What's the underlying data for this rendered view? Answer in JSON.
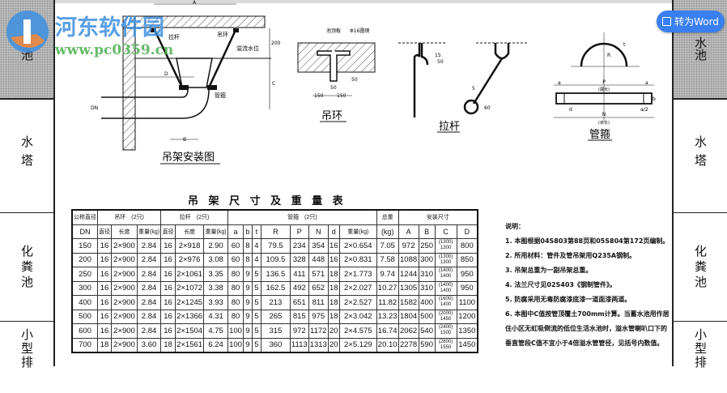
{
  "viewer": {
    "convert_button": "转为Word",
    "convert_icon": "document-convert-icon"
  },
  "watermark": {
    "title": "河东软件园",
    "url": "www.pc0359.cn"
  },
  "left_sidebar": {
    "items": [
      "水池",
      "水塔",
      "化粪池",
      "小型排"
    ]
  },
  "right_sidebar": {
    "items": [
      "水池",
      "水塔",
      "化粪池",
      "小型排"
    ]
  },
  "drawings": {
    "install": {
      "title": "吊架安装图",
      "labels": {
        "A": "A",
        "B": "B",
        "C": "C",
        "D": "D",
        "DN": "DN",
        "dim200": "200",
        "rod": "拉杆",
        "ring": "吊环",
        "overflow": "溢流水位",
        "hoop": "管箍"
      }
    },
    "ring": {
      "title": "吊环",
      "labels": {
        "slab": "池顶板",
        "steel": "Φ16圆钢",
        "d50a": "50",
        "d50b": "50",
        "d150a": "150",
        "d150b": "150"
      }
    },
    "rod": {
      "title": "拉杆",
      "labels": {
        "d50": "50",
        "d15": "15",
        "d5": "5",
        "d60": "60"
      }
    },
    "hoop": {
      "title": "管箍",
      "labels": {
        "P": "P",
        "N": "N",
        "a1": "a",
        "a2": "a",
        "d": "d",
        "a_half": "a/2",
        "R": "R",
        "b": "b",
        "t": "t",
        "unfold1": "(展长)",
        "unfold2": "(余长)"
      }
    }
  },
  "table": {
    "title": "吊 架 尺 寸 及 重 量 表",
    "group_headers": [
      "公称直径",
      "吊环　(2只)",
      "拉杆　(2只)",
      "管箍　(2只)",
      "总重",
      "安装尺寸"
    ],
    "headers": [
      "DN",
      "直径",
      "长度",
      "重量(kg)",
      "直径",
      "长度",
      "重量(kg)",
      "a",
      "b",
      "t",
      "R",
      "P",
      "N",
      "d",
      "重量(kg)",
      "(kg)",
      "A",
      "B",
      "C",
      "D"
    ],
    "rows": [
      [
        "150",
        "16",
        "2×900",
        "2.84",
        "16",
        "2×918",
        "2.90",
        "60",
        "8",
        "4",
        "79.5",
        "234",
        "354",
        "16",
        "2×0.654",
        "7.05",
        "972",
        "250",
        [
          "(1300)",
          "1300"
        ],
        "800"
      ],
      [
        "200",
        "16",
        "2×900",
        "2.84",
        "16",
        "2×976",
        "3.08",
        "60",
        "8",
        "4",
        "109.5",
        "328",
        "448",
        "16",
        "2×0.831",
        "7.58",
        "1088",
        "300",
        [
          "(1300)",
          "1300"
        ],
        "850"
      ],
      [
        "250",
        "16",
        "2×900",
        "2.84",
        "16",
        "2×1061",
        "3.35",
        "80",
        "9",
        "5",
        "136.5",
        "411",
        "571",
        "18",
        "2×1.773",
        "9.74",
        "1244",
        "310",
        [
          "(1400)",
          "1400"
        ],
        "950"
      ],
      [
        "300",
        "16",
        "2×900",
        "2.84",
        "16",
        "2×1072",
        "3.38",
        "80",
        "9",
        "5",
        "162.5",
        "492",
        "652",
        "18",
        "2×2.027",
        "10.27",
        "1305",
        "310",
        [
          "(1400)",
          "1400"
        ],
        "950"
      ],
      [
        "400",
        "16",
        "2×900",
        "2.84",
        "16",
        "2×1245",
        "3.93",
        "80",
        "9",
        "5",
        "213",
        "651",
        "811",
        "18",
        "2×2.527",
        "11.82",
        "1582",
        "400",
        [
          "(1600)",
          "1400"
        ],
        "1100"
      ],
      [
        "500",
        "16",
        "2×900",
        "2.84",
        "16",
        "2×1366",
        "4.31",
        "80",
        "9",
        "5",
        "265",
        "815",
        "975",
        "18",
        "2×3.042",
        "13.23",
        "1804",
        "500",
        [
          "(2000)",
          "1450"
        ],
        "1200"
      ],
      [
        "600",
        "16",
        "2×900",
        "2.84",
        "16",
        "2×1504",
        "4.75",
        "100",
        "9",
        "5",
        "315",
        "972",
        "1172",
        "20",
        "2×4.575",
        "16.74",
        "2062",
        "540",
        [
          "(2400)",
          "1500"
        ],
        "1350"
      ],
      [
        "700",
        "18",
        "2×900",
        "3.60",
        "18",
        "2×1561",
        "6.24",
        "100",
        "9",
        "5",
        "360",
        "1113",
        "1313",
        "20",
        "2×5.129",
        "20.10",
        "2278",
        "590",
        [
          "(2800)",
          "1550"
        ],
        "1450"
      ]
    ]
  },
  "notes": {
    "title": "说明：",
    "items": [
      "1. 本图根据04S803第88页和05S804第172页编制。",
      "2. 所用材料：管件及管吊架用Q235A钢制。",
      "3. 吊架总重为一副吊架总重。",
      "4. 法兰尺寸见02S403《钢制管件》。",
      "5. 防腐采用无毒防腐漆底漆一道面漆两道。",
      "6. 本图中C值按管顶覆土700mm计算。当蓄水池用作居住小区无虹吸倒流的低位生活水池时，溢水管喇叭口下的垂直管段C值不宜小于4倍溢水管管径，见括号内数值。"
    ]
  }
}
